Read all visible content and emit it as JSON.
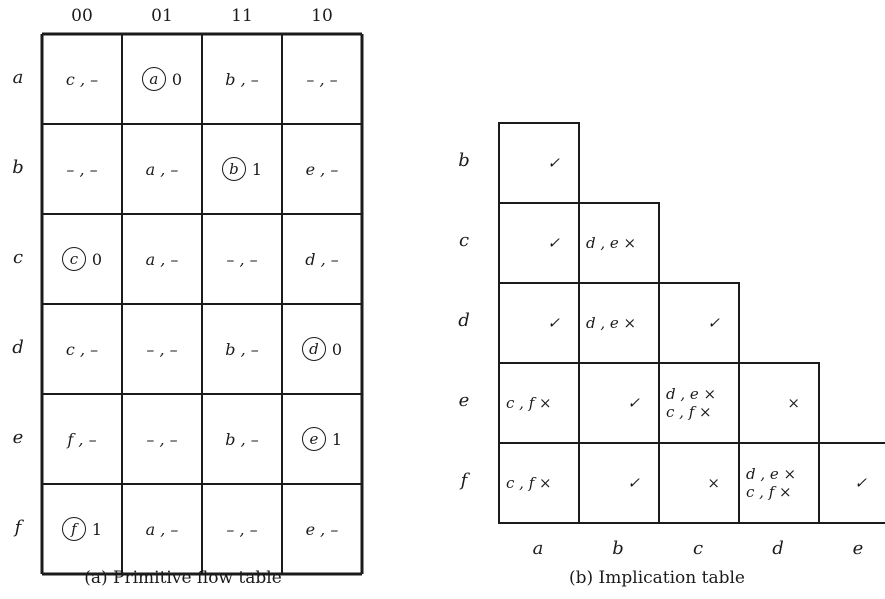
{
  "flow_table": {
    "column_headers": [
      "00",
      "01",
      "11",
      "10"
    ],
    "row_labels": [
      "a",
      "b",
      "c",
      "d",
      "e",
      "f"
    ],
    "cells": [
      [
        {
          "text": "c , –"
        },
        {
          "state": "a",
          "output": "0"
        },
        {
          "text": "b , –"
        },
        {
          "text": "– , –"
        }
      ],
      [
        {
          "text": "– , –"
        },
        {
          "text": "a , –"
        },
        {
          "state": "b",
          "output": "1"
        },
        {
          "text": "e , –"
        }
      ],
      [
        {
          "state": "c",
          "output": "0"
        },
        {
          "text": "a , –"
        },
        {
          "text": "– , –"
        },
        {
          "text": "d , –"
        }
      ],
      [
        {
          "text": "c , –"
        },
        {
          "text": "– , –"
        },
        {
          "text": "b , –"
        },
        {
          "state": "d",
          "output": "0"
        }
      ],
      [
        {
          "text": "f , –"
        },
        {
          "text": "– , –"
        },
        {
          "text": "b , –"
        },
        {
          "state": "e",
          "output": "1"
        }
      ],
      [
        {
          "state": "f",
          "output": "1"
        },
        {
          "text": "a , –"
        },
        {
          "text": "– , –"
        },
        {
          "text": "e , –"
        }
      ]
    ],
    "caption": "(a) Primitive flow table"
  },
  "implication_table": {
    "row_labels": [
      "b",
      "c",
      "d",
      "e",
      "f"
    ],
    "column_labels": [
      "a",
      "b",
      "c",
      "d",
      "e"
    ],
    "rows": [
      [
        [
          "✓"
        ]
      ],
      [
        [
          "✓"
        ],
        [
          "d , e ×"
        ]
      ],
      [
        [
          "✓"
        ],
        [
          "d , e ×"
        ],
        [
          "✓"
        ]
      ],
      [
        [
          "c , f ×"
        ],
        [
          "✓"
        ],
        [
          "d , e ×",
          "c , f ×"
        ],
        [
          "×"
        ]
      ],
      [
        [
          "c , f ×"
        ],
        [
          "✓"
        ],
        [
          "×"
        ],
        [
          "d , e ×",
          "c , f ×"
        ],
        [
          "✓"
        ]
      ]
    ],
    "caption": "(b) Implication table"
  }
}
